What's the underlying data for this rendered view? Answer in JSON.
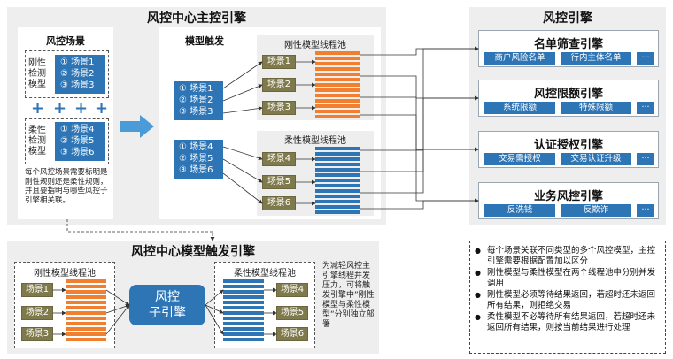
{
  "main": {
    "title": "风控中心主控引擎",
    "scene_section": {
      "title": "风控场景",
      "group_rigid": {
        "label": "刚性\n检测\n模型",
        "items": [
          "① 场景1",
          "② 场景2",
          "③ 场景3"
        ]
      },
      "group_flex": {
        "label": "柔性\n检测\n模型",
        "items": [
          "① 场景4",
          "② 场景5",
          "③ 场景6"
        ]
      },
      "note": "每个风控场景需要标明是刚性规则还是柔性规则，并且要指明与哪些风控子引擎相关联。"
    },
    "trigger_section": {
      "title": "模型触发",
      "group_rigid": [
        "① 场景1",
        "② 场景2",
        "③ 场景3"
      ],
      "group_flex": [
        "① 场景4",
        "② 场景5",
        "③ 场景6"
      ],
      "pool_rigid": {
        "title": "刚性模型线程池",
        "items": [
          "场景1",
          "场景2",
          "场景3"
        ]
      },
      "pool_flex": {
        "title": "柔性模型线程池",
        "items": [
          "场景4",
          "场景5",
          "场景6"
        ]
      }
    }
  },
  "engines": {
    "title": "风控引擎",
    "cards": [
      {
        "title": "名单筛查引擎",
        "buttons": [
          "商户风险名单",
          "行内主体名单",
          "···"
        ]
      },
      {
        "title": "风控限额引擎",
        "buttons": [
          "系统限额",
          "特殊限额",
          "···"
        ]
      },
      {
        "title": "认证授权引擎",
        "buttons": [
          "交易需授权",
          "交易认证升级",
          "···"
        ]
      },
      {
        "title": "业务风控引擎",
        "buttons": [
          "反洗钱",
          "反欺诈",
          "···"
        ]
      }
    ]
  },
  "bottom": {
    "title": "风控中心模型触发引擎",
    "pool_rigid": {
      "title": "刚性模型线程池",
      "items": [
        "场景1",
        "场景2",
        "场景3"
      ]
    },
    "pool_flex": {
      "title": "柔性模型线程池",
      "items": [
        "场景4",
        "场景5",
        "场景6"
      ]
    },
    "sub_engine": "风控\n子引擎",
    "note": "为减轻风控主引擎线程并发压力，可将触发引擎中”刚性模型与柔性模型“分别独立部署"
  },
  "notes": [
    "每个场景关联不同类型的多个风控模型，主控引擎需要根据配置加以区分",
    "刚性模型与柔性模型在两个线程池中分别并发调用",
    "刚性模型必须等待结果返回，若超时还未返回所有结果，则拒绝交易",
    "柔性模型不必等待所有结果返回，若超时还未返回所有结果，则按当前结果进行处理"
  ],
  "colors": {
    "blue": "#2e75b6",
    "orange": "#f08030",
    "olive": "#7f7a4c",
    "panel": "#eeeeee",
    "arrow": "#4a9bd8"
  }
}
